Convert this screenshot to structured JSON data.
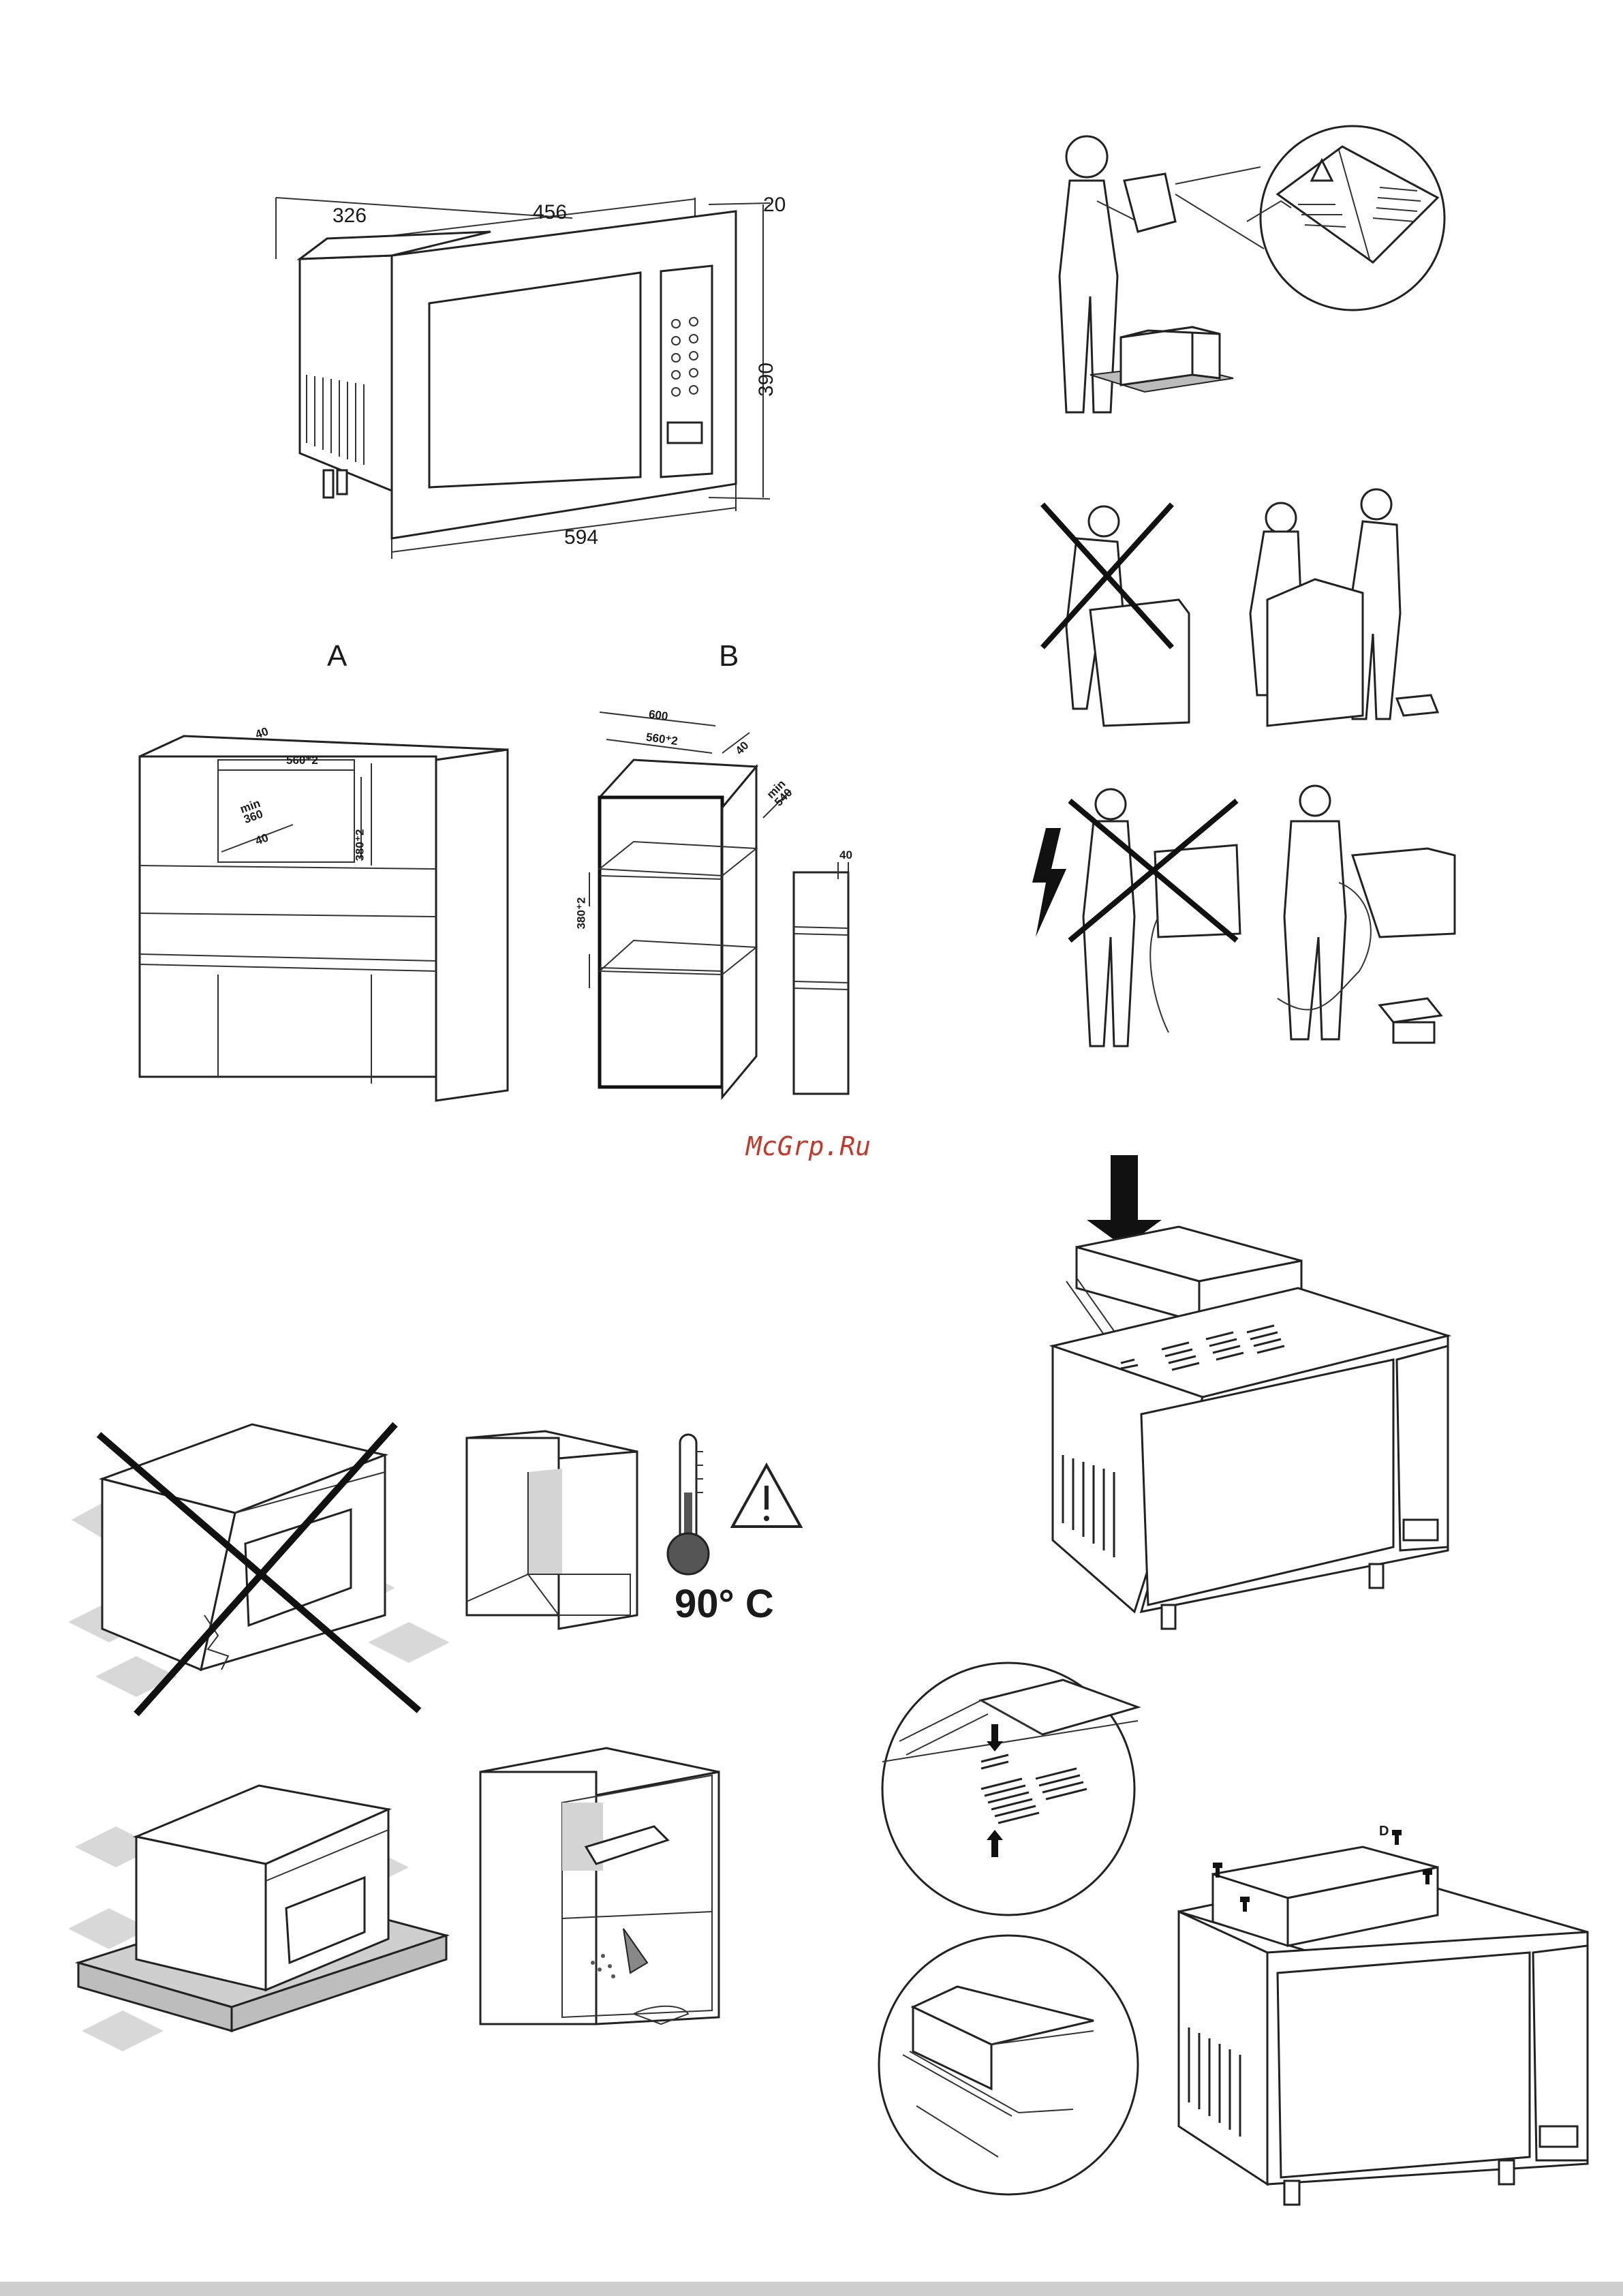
{
  "figure_top": {
    "dims": {
      "d326": "326",
      "d456": "456",
      "d20": "20",
      "d390": "390",
      "d594": "594"
    }
  },
  "cabinet_a": {
    "label": "A",
    "dims": {
      "d40_top": "40",
      "d560": "560⁺2",
      "dmin": "min\n360",
      "d40_mid": "40",
      "d380": "380⁺2"
    }
  },
  "cabinet_b": {
    "label": "B",
    "dims": {
      "d600": "600",
      "d560": "560⁺2",
      "d40": "40",
      "dmin": "min\n540",
      "d380": "380⁺2",
      "d40_side": "40"
    }
  },
  "watermark": "McGrp.Ru",
  "heat": {
    "temperature": "90° C"
  },
  "screw_label": "D"
}
